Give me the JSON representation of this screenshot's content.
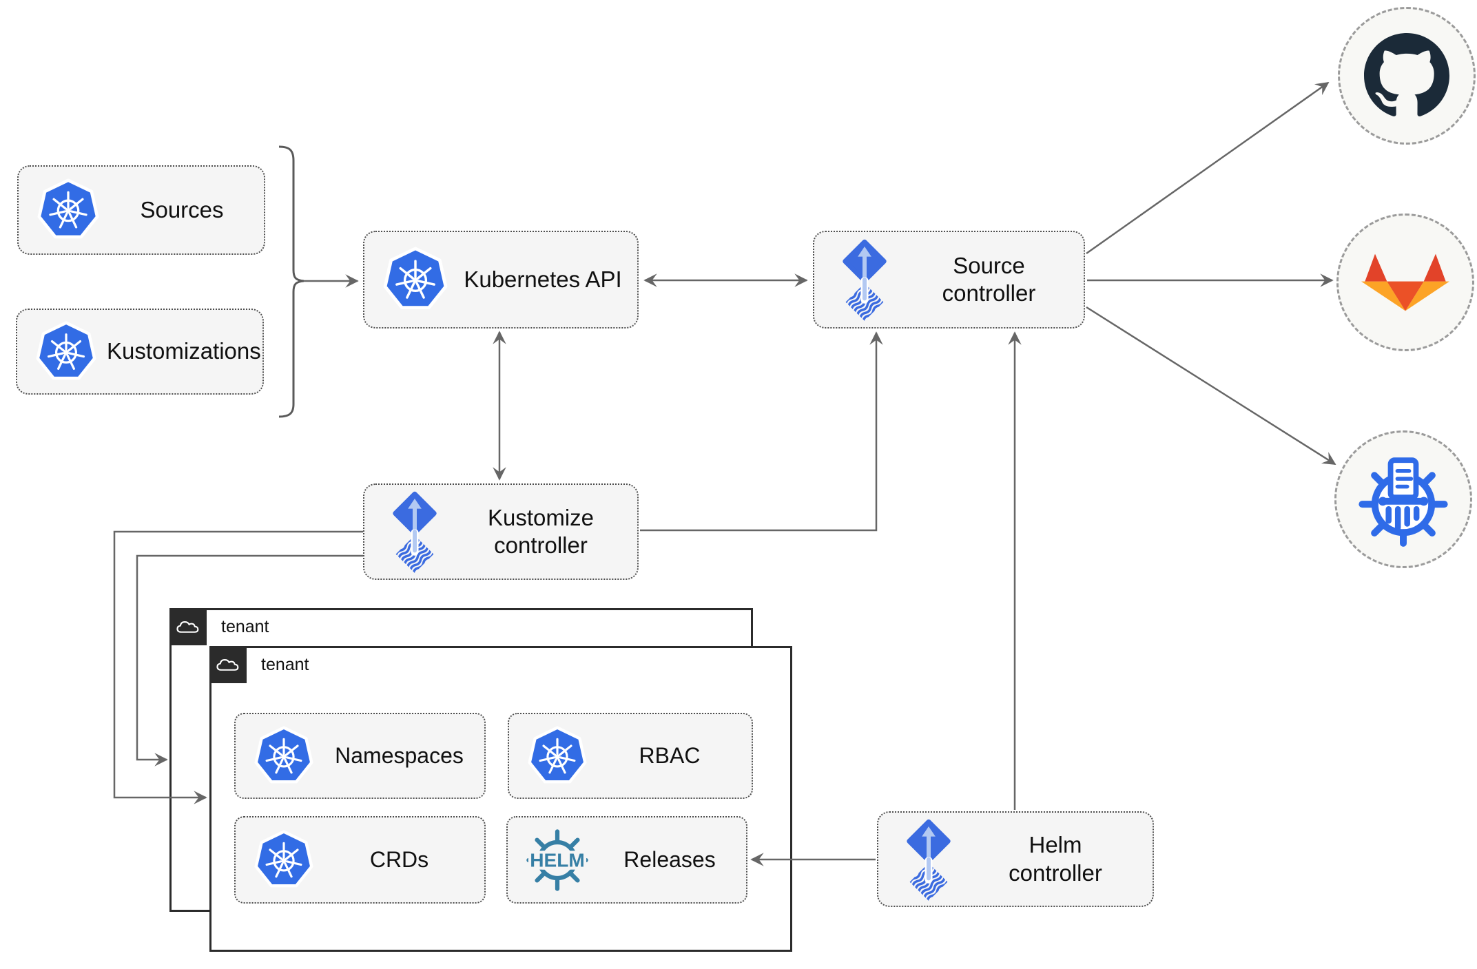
{
  "nodes": {
    "sources": {
      "label": "Sources",
      "icon": "kubernetes-icon"
    },
    "kustomizations": {
      "label": "Kustomizations",
      "icon": "kubernetes-icon"
    },
    "kubernetes_api": {
      "label": "Kubernetes API",
      "icon": "kubernetes-icon"
    },
    "source_controller": {
      "label": "Source controller",
      "icon": "flux-icon"
    },
    "kustomize_controller": {
      "label": "Kustomize controller",
      "icon": "flux-icon"
    },
    "helm_controller": {
      "label": "Helm controller",
      "icon": "flux-icon"
    },
    "tenant_back": {
      "label": "tenant",
      "icon": "cloud-icon"
    },
    "tenant_front": {
      "label": "tenant",
      "icon": "cloud-icon"
    },
    "namespaces": {
      "label": "Namespaces",
      "icon": "kubernetes-icon"
    },
    "rbac": {
      "label": "RBAC",
      "icon": "kubernetes-icon"
    },
    "crds": {
      "label": "CRDs",
      "icon": "kubernetes-icon"
    },
    "releases": {
      "label": "Releases",
      "icon": "helm-icon",
      "icon_text": "HELM"
    }
  },
  "endpoints": {
    "github": {
      "icon": "github-icon"
    },
    "gitlab": {
      "icon": "gitlab-icon"
    },
    "registry": {
      "icon": "kustomize-manifests-icon"
    }
  },
  "colors": {
    "kubernetes_blue": "#326CE5",
    "flux_blue": "#3B6BE0",
    "flux_arrow_light": "#B3C9F2",
    "helm_teal": "#367FA5",
    "github_dark": "#1B2A38",
    "gitlab_red": "#E24329",
    "gitlab_orange": "#FC6D26",
    "gitlab_yellow": "#FCA326",
    "box_fill": "#F5F5F5",
    "connector_gray": "#666666",
    "tenant_border": "#2B2B2B"
  }
}
